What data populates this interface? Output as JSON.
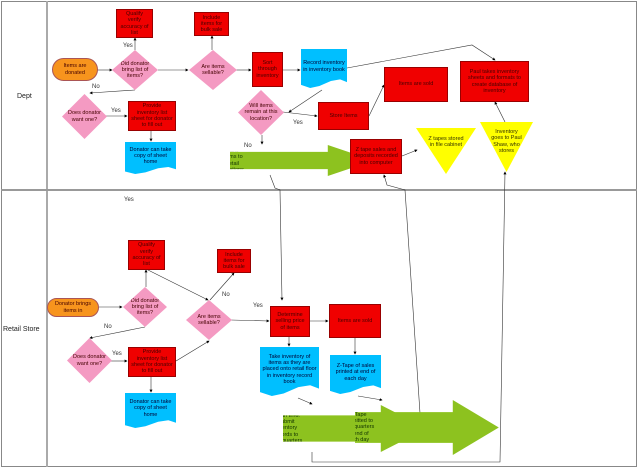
{
  "lanes": {
    "dept": "Dept",
    "retail": "Retail Store"
  },
  "dept": {
    "items_donated": "Items are donated",
    "did_bring_list": "Did donator bring list of items?",
    "qualify_verify": "Qualify verify accuracy of list",
    "include_bulk": "Include items for bulk sale",
    "are_sellable": "Are items sellable?",
    "sort_inventory": "Sort through inventory",
    "record_inventory": "Record inventory in inventory book",
    "will_remain": "Will items remain at this location?",
    "store_items": "Store Items",
    "items_sold": "Items are sold",
    "paul_takes": "Paul takes inventory sheets and formats to create database of inventory",
    "ztape_recorded": "Z tape sales and deposits recorded into computer",
    "ztapes_stored": "Z tapes stored in file cabinet",
    "inventory_paul": "Inventory goes to Paul Shaw, who stores",
    "want_one": "Does donator want one?",
    "provide_sheet": "Provide inventory list sheet for donator to fill out",
    "copy_home": "Donator can take copy of sheet home",
    "take_retail": "Take items to retail locations",
    "labels": {
      "yes1": "Yes",
      "no1": "No",
      "yes2": "Yes",
      "yes3": "Yes",
      "no2": "No"
    }
  },
  "retail": {
    "yes_top": "Yes",
    "qualify_verify": "Qualify verify accuracy of list",
    "include_bulk": "Include items for bulk sale",
    "brings_items": "Donator brings items in",
    "did_bring_list": "Did donator bring list of items?",
    "are_sellable": "Are items sellable?",
    "want_one": "Does donator want one?",
    "provide_sheet": "Provide inventory list sheet for donator to fill out",
    "copy_home": "Donator can take copy of sheet home",
    "determine_price": "Determine selling price of items",
    "items_sold": "Items are sold",
    "take_inventory": "Take inventory of items as they are placed onto retail floor in inventory record book",
    "ztape_printed": "Z-Tape of sales printed at end of each day",
    "month_end": "Month End: Submit inventory records to headquarters",
    "ztape_submitted": "Z-Tape submitted to headquarters at end of each day",
    "labels": {
      "no1": "No",
      "yes1": "Yes",
      "no2": "No",
      "yes2": "Yes"
    }
  }
}
